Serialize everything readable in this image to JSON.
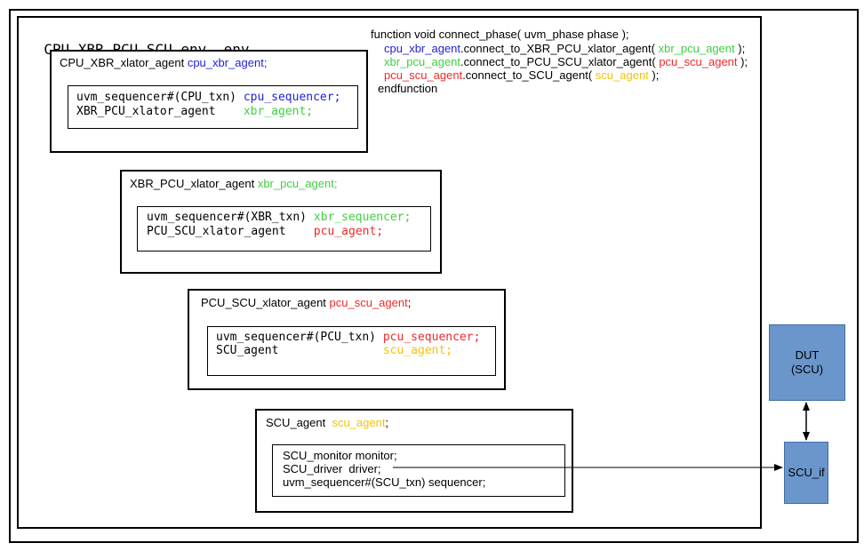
{
  "env": {
    "title_type": "CPU_XBR_PCU_SCU_env",
    "title_name": "env"
  },
  "code": {
    "line1": "function void connect_phase( uvm_phase phase );",
    "line2_a": "cpu_xbr_agent",
    "line2_b": ".connect_to_XBR_PCU_xlator_agent(",
    "line2_c": "xbr_pcu_agent",
    "line2_d": " );",
    "line3_a": "xbr_pcu_agent",
    "line3_b": ".connect_to_PCU_SCU_xlator_agent(",
    "line3_c": "pcu_scu_agent",
    "line3_d": " );",
    "line4_a": "pcu_scu_agent",
    "line4_b": ".connect_to_SCU_agent(",
    "line4_c": "scu_agent",
    "line4_d": " );",
    "line5": "endfunction"
  },
  "agents": [
    {
      "type": "CPU_XBR_xlator_agent",
      "name": "cpu_xbr_agent;",
      "row1_decl": "uvm_sequencer#(CPU_txn)",
      "row1_name": "cpu_sequencer;",
      "row2_decl": "XBR_PCU_xlator_agent",
      "row2_name": "xbr_agent;"
    },
    {
      "type": "XBR_PCU_xlator_agent",
      "name": "xbr_pcu_agent;",
      "row1_decl": "uvm_sequencer#(XBR_txn)",
      "row1_name": "xbr_sequencer;",
      "row2_decl": "PCU_SCU_xlator_agent",
      "row2_name": "pcu_agent;"
    },
    {
      "type": "PCU_SCU_xlator_agent",
      "name": "pcu_scu_agent",
      "name_suffix": ";",
      "row1_decl": "uvm_sequencer#(PCU_txn)",
      "row1_name": "pcu_sequencer;",
      "row2_decl": "SCU_agent",
      "row2_name": "scu_agent;"
    },
    {
      "type": "SCU_agent",
      "name": "scu_agent",
      "name_suffix": ";",
      "row1": "SCU_monitor monitor;",
      "row2": "SCU_driver  driver;",
      "row3": "uvm_sequencer#(SCU_txn) sequencer;"
    }
  ],
  "dut": {
    "line1": "DUT",
    "line2": "(SCU)"
  },
  "interface": {
    "label": "SCU_if"
  },
  "colors": {
    "cpu": "#1f1fd6",
    "xbr": "#3fcf3f",
    "pcu": "#ee2a2a",
    "scu": "#f4c20d",
    "block_fill": "#6a96cc"
  }
}
